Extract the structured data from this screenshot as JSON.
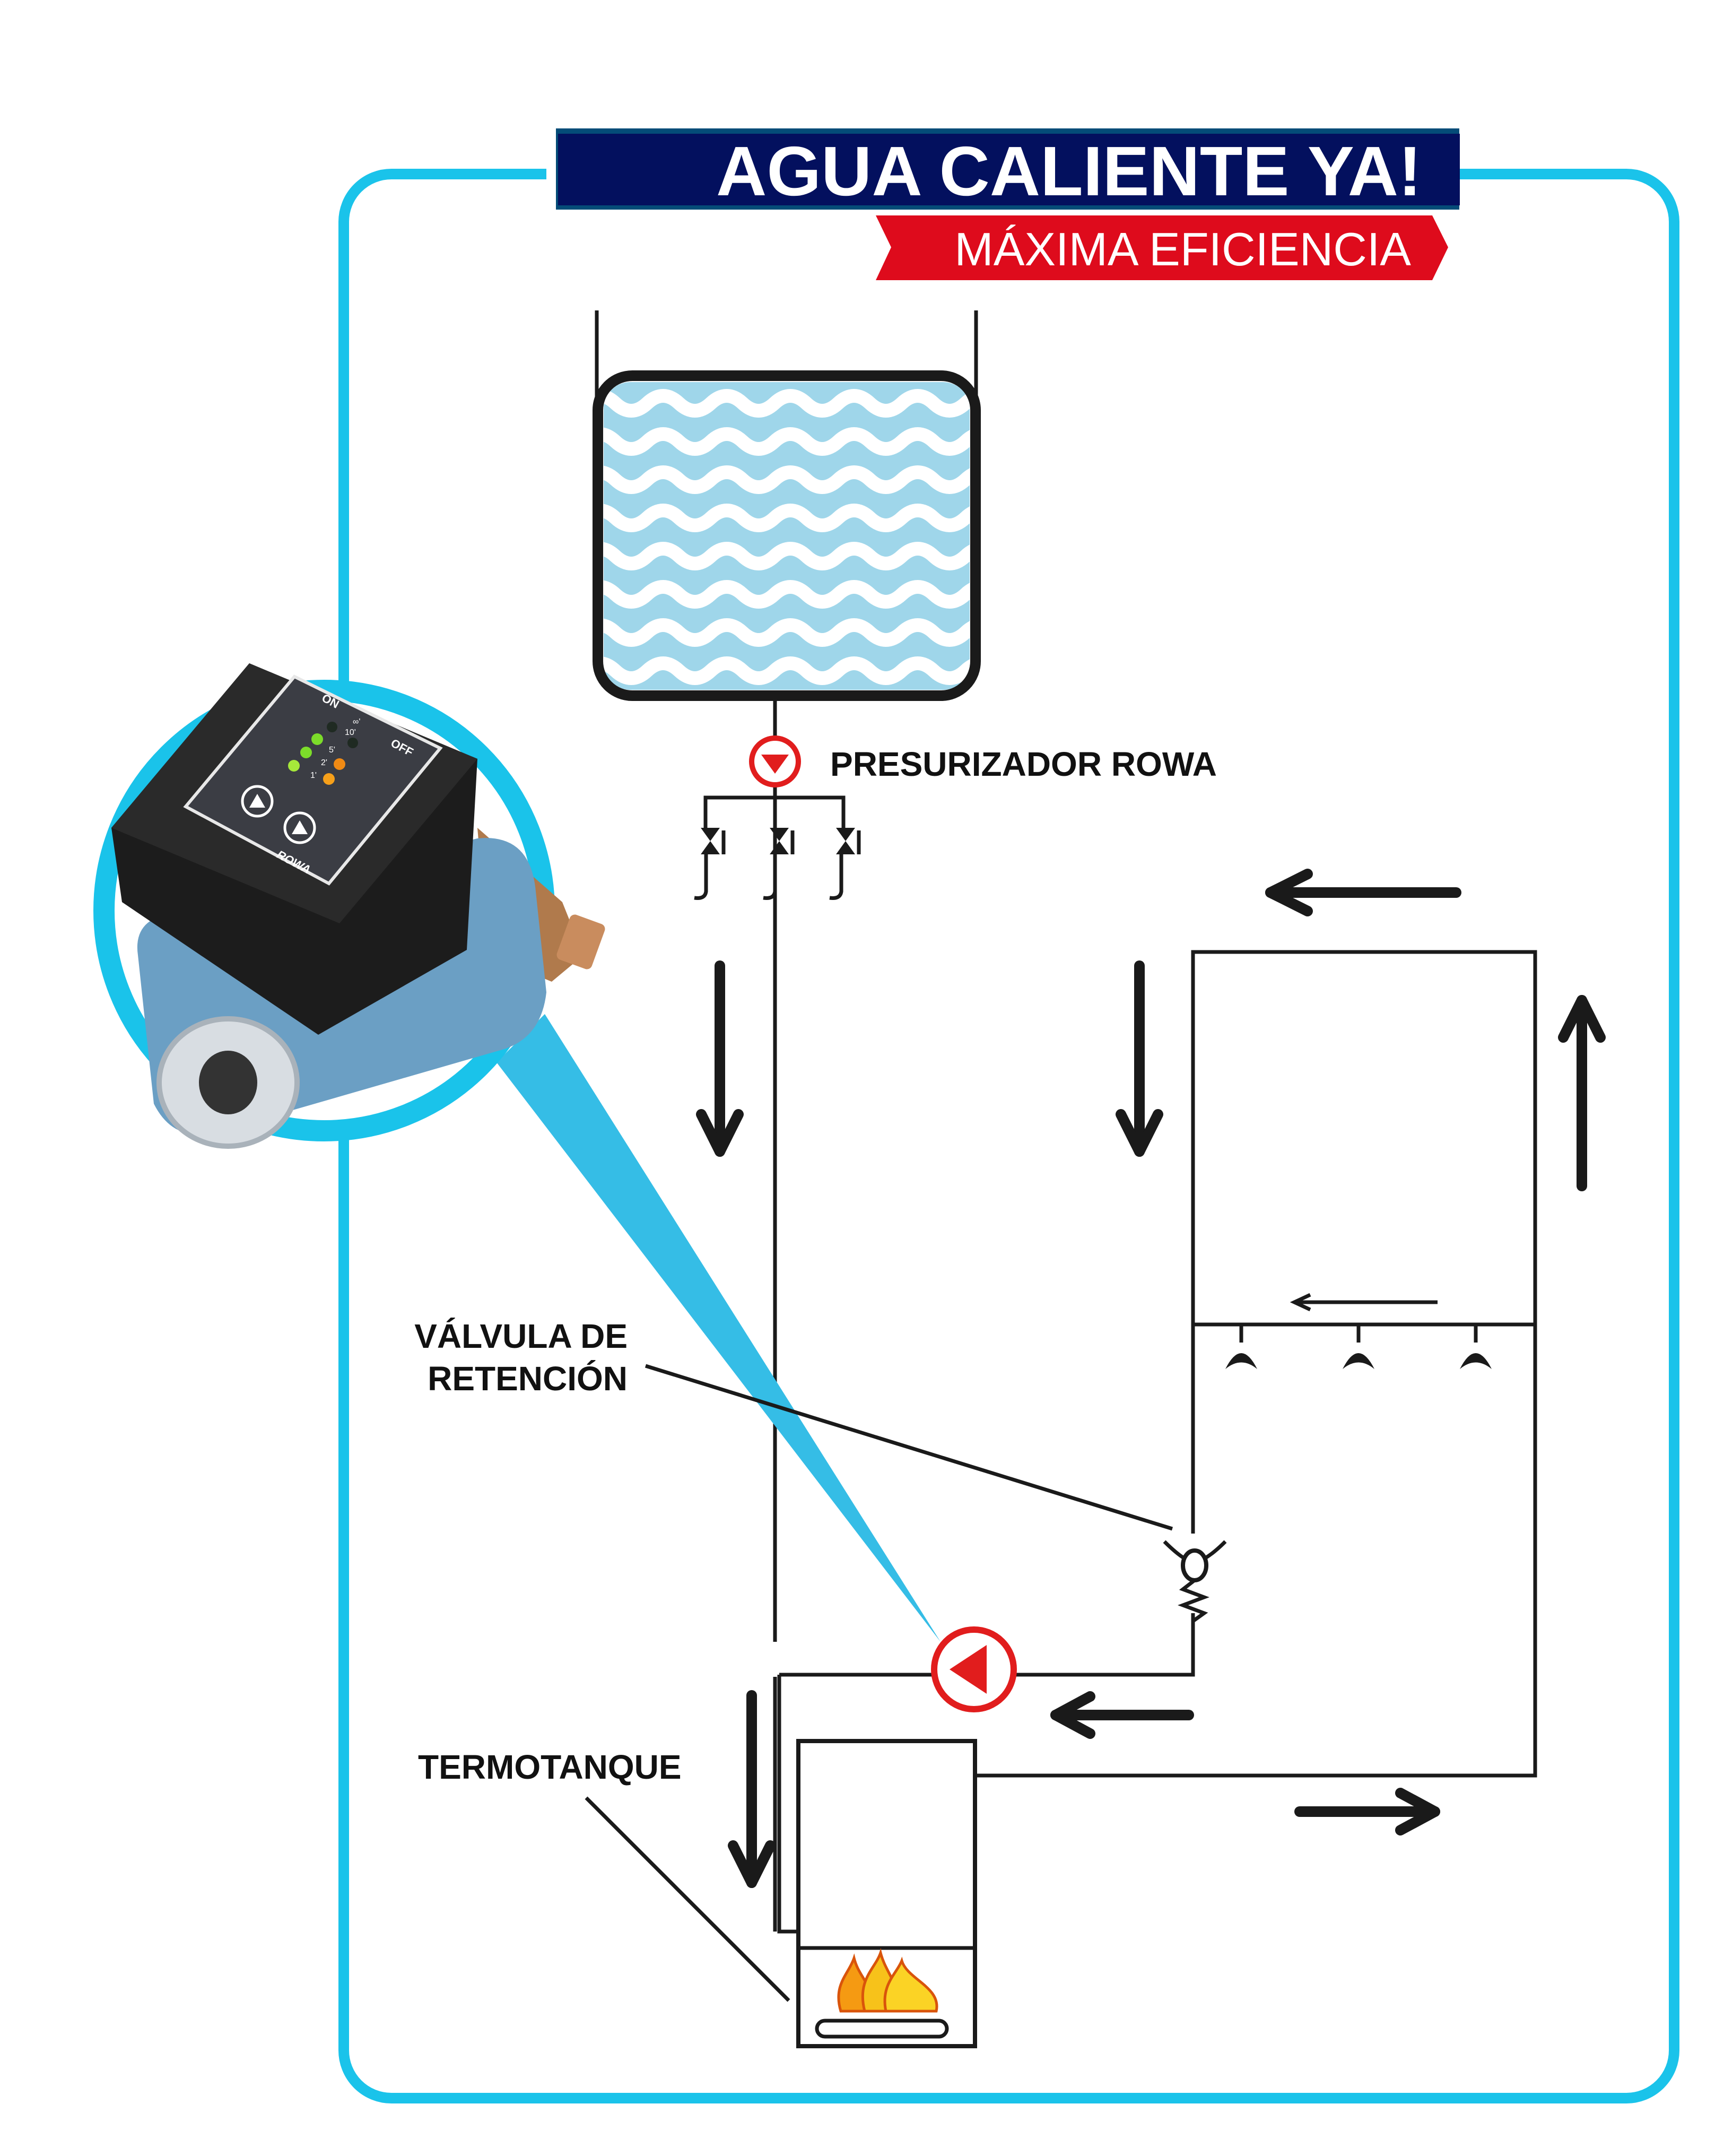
{
  "header": {
    "title": "AGUA CALIENTE YA!",
    "subtitle": "MÁXIMA EFICIENCIA"
  },
  "labels": {
    "pressurizer": "PRESURIZADOR ROWA",
    "check_valve_line1": "VÁLVULA DE",
    "check_valve_line2": "RETENCIÓN",
    "water_heater": "TERMOTANQUE"
  },
  "product": {
    "panel_on": "ON",
    "panel_off": "OFF",
    "timer_inf": "∞'",
    "timer_10": "10'",
    "timer_5": "5'",
    "timer_2": "2'",
    "timer_1": "1'",
    "brand": "ROWA"
  },
  "colors": {
    "frame": "#1ac3ea",
    "header_bg": "#03105e",
    "banner_red": "#de0b1c",
    "pump_red": "#e11d1d",
    "water": "#9fd6ea",
    "beam": "#35bde6"
  }
}
